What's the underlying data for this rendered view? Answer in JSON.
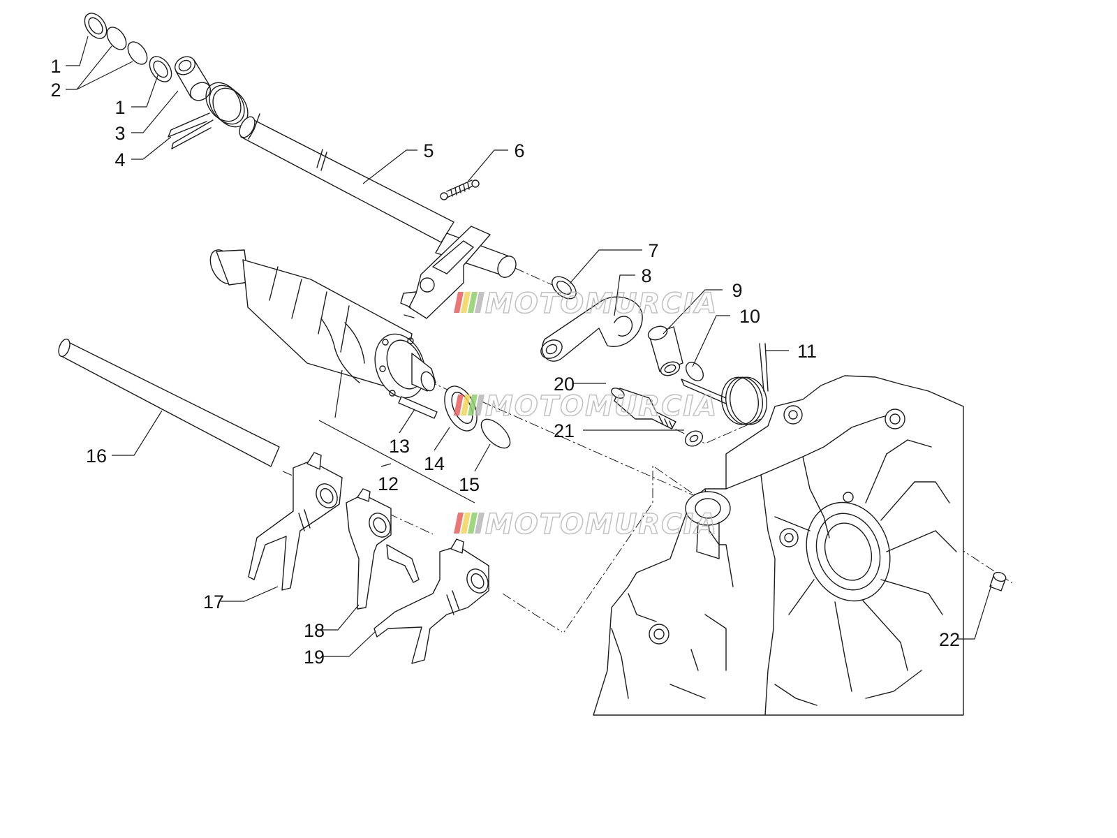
{
  "diagram": {
    "labels": [
      "1",
      "2",
      "1",
      "3",
      "4",
      "5",
      "6",
      "7",
      "8",
      "9",
      "10",
      "11",
      "20",
      "21",
      "13",
      "14",
      "15",
      "16",
      "12",
      "17",
      "18",
      "19",
      "22"
    ],
    "watermark": {
      "text": "MOTOMURCIA",
      "colors": [
        "#e85f5f",
        "#f1d55a",
        "#8fcf6a",
        "#b8b8b8"
      ]
    }
  }
}
